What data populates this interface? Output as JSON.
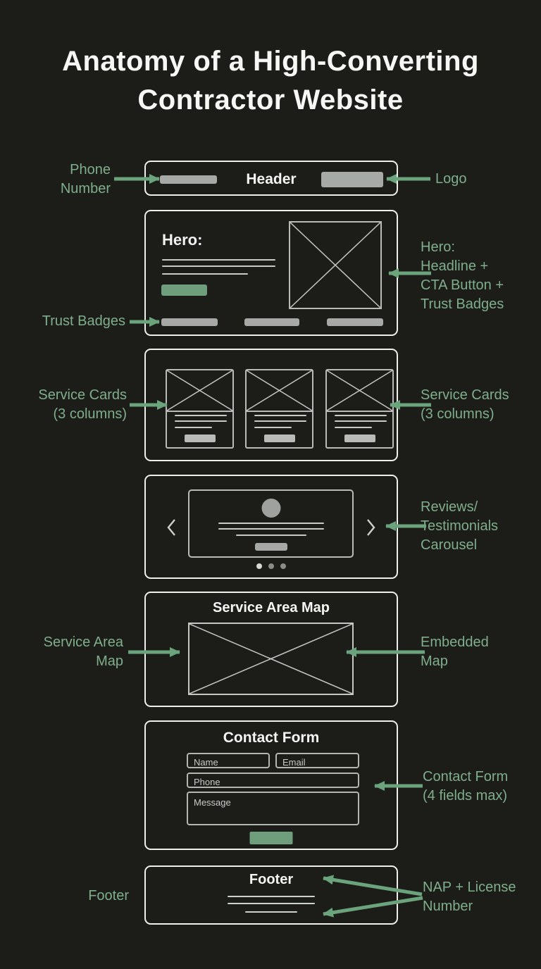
{
  "title": "Anatomy of a High-Converting\nContractor Website",
  "colors": {
    "background": "#1c1c19",
    "text_white": "#f5f5f3",
    "label_green": "#7fae8c",
    "arrow_green": "#6aa37c",
    "button_green": "#6f9e7c",
    "placeholder_gray": "#a7a9a6",
    "wire_border_gray": "#b9bbb8",
    "box_border_white": "#efefed"
  },
  "annotations": {
    "left": {
      "phone_number": "Phone\nNumber",
      "trust_badges": "Trust Badges",
      "service_cards": "Service Cards\n(3 columns)",
      "service_area_map": "Service Area\nMap",
      "footer": "Footer"
    },
    "right": {
      "logo": "Logo",
      "hero": "Hero:\nHeadline +\nCTA Button +\nTrust Badges",
      "service_cards": "Service Cards\n(3 columns)",
      "reviews_carousel": "Reviews/\nTestimonials\nCarousel",
      "embedded_map": "Embedded\nMap",
      "contact_form": "Contact Form\n(4 fields max)",
      "nap_license": "NAP + License\nNumber"
    }
  },
  "sections": {
    "header": {
      "title": "Header"
    },
    "hero": {
      "title": "Hero:"
    },
    "map": {
      "title": "Service Area Map"
    },
    "contact": {
      "title": "Contact Form",
      "name_placeholder": "Name",
      "email_placeholder": "Email",
      "phone_placeholder": "Phone",
      "message_placeholder": "Message"
    },
    "footer": {
      "title": "Footer"
    }
  }
}
